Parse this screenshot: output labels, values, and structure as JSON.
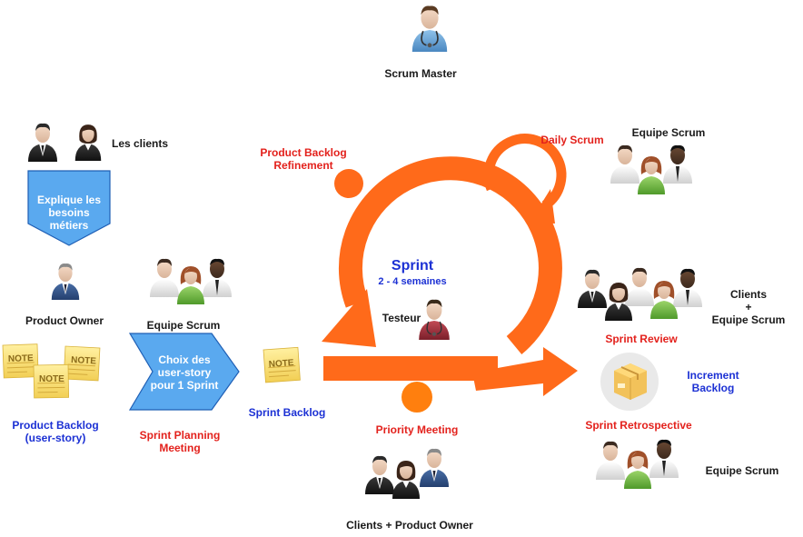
{
  "labels": {
    "scrum_master": "Scrum Master",
    "les_clients": "Les clients",
    "explique": [
      "Explique les",
      "besoins",
      "métiers"
    ],
    "product_owner": "Product Owner",
    "equipe_left": "Equipe Scrum",
    "choix": [
      "Choix des",
      "user-story",
      "pour 1 Sprint"
    ],
    "product_backlog": [
      "Product Backlog",
      "(user-story)"
    ],
    "sprint_planning": [
      "Sprint Planning",
      "Meeting"
    ],
    "sprint_backlog": "Sprint Backlog",
    "pb_refinement": [
      "Product Backlog",
      "Refinement"
    ],
    "daily_scrum": "Daily Scrum",
    "equipe_top_right": "Equipe Scrum",
    "sprint": "Sprint",
    "sprint_duration": "2 - 4 semaines",
    "testeur": "Testeur",
    "priority_meeting": "Priority Meeting",
    "clients_po": "Clients + Product Owner",
    "clients_equipe": [
      "Clients",
      "+",
      "Equipe Scrum"
    ],
    "sprint_review": "Sprint Review",
    "increment": [
      "Increment",
      "Backlog"
    ],
    "sprint_retro": "Sprint Retrospective",
    "equipe_bottom_right": "Equipe Scrum",
    "note": "NOTE"
  },
  "colors": {
    "orange": "#ff6a1a",
    "priority_dot": "#ff7f0e",
    "chevron_fill": "#5aa9ef",
    "chevron_stroke": "#1f5fb5",
    "note": "#fbe27a"
  }
}
